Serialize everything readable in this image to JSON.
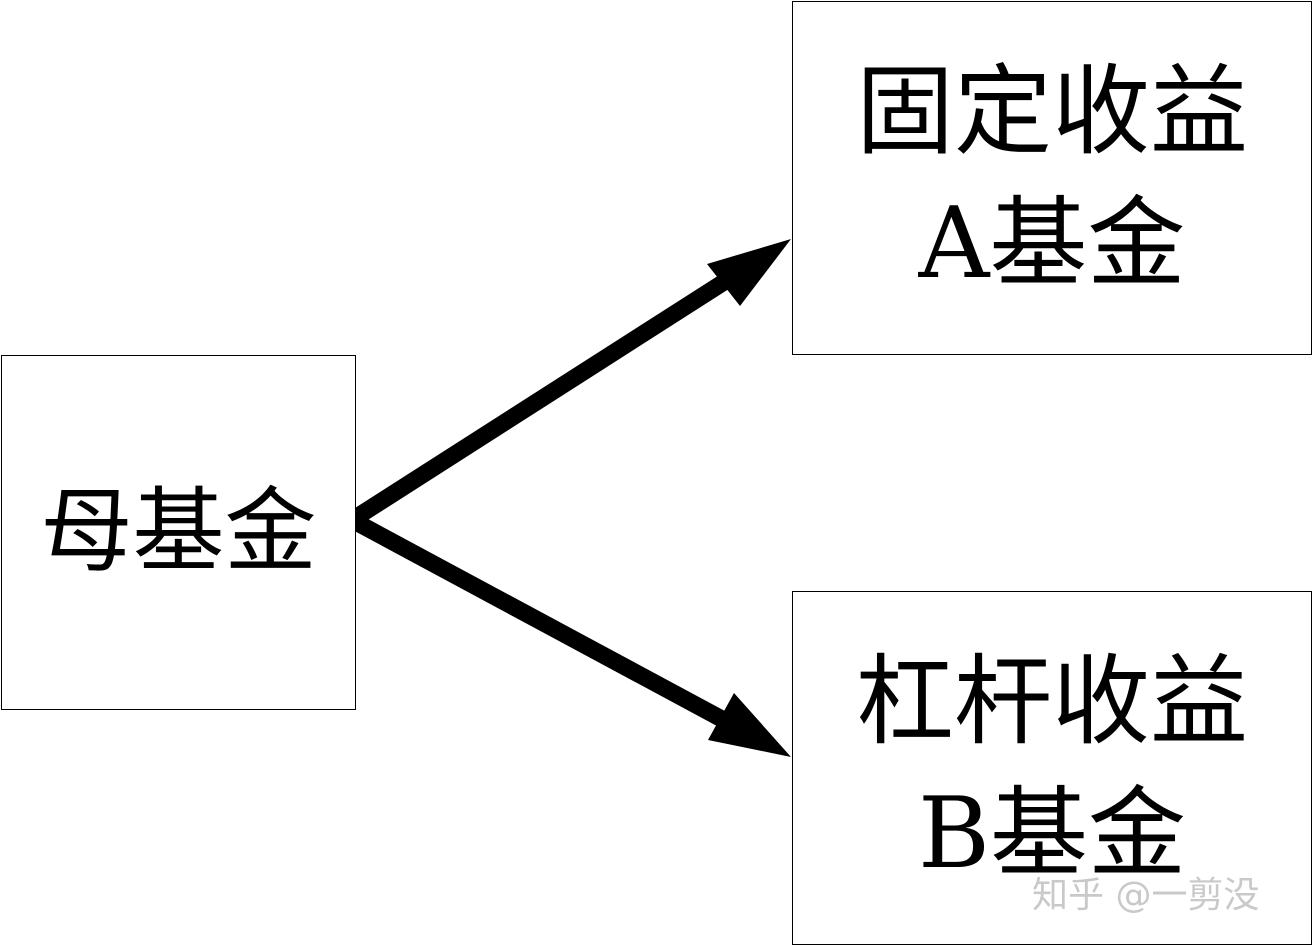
{
  "diagram": {
    "parent": {
      "label": "母基金"
    },
    "fund_a": {
      "line1": "固定收益",
      "line2": "A基金"
    },
    "fund_b": {
      "line1": "杠杆收益",
      "line2": "B基金"
    },
    "edges": [
      {
        "from": "母基金",
        "to": "A基金"
      },
      {
        "from": "母基金",
        "to": "B基金"
      }
    ]
  },
  "watermark": {
    "text": "知乎 @一剪没"
  },
  "colors": {
    "line": "#000000",
    "box_border": "#000000",
    "watermark": "#c9c9c9"
  }
}
